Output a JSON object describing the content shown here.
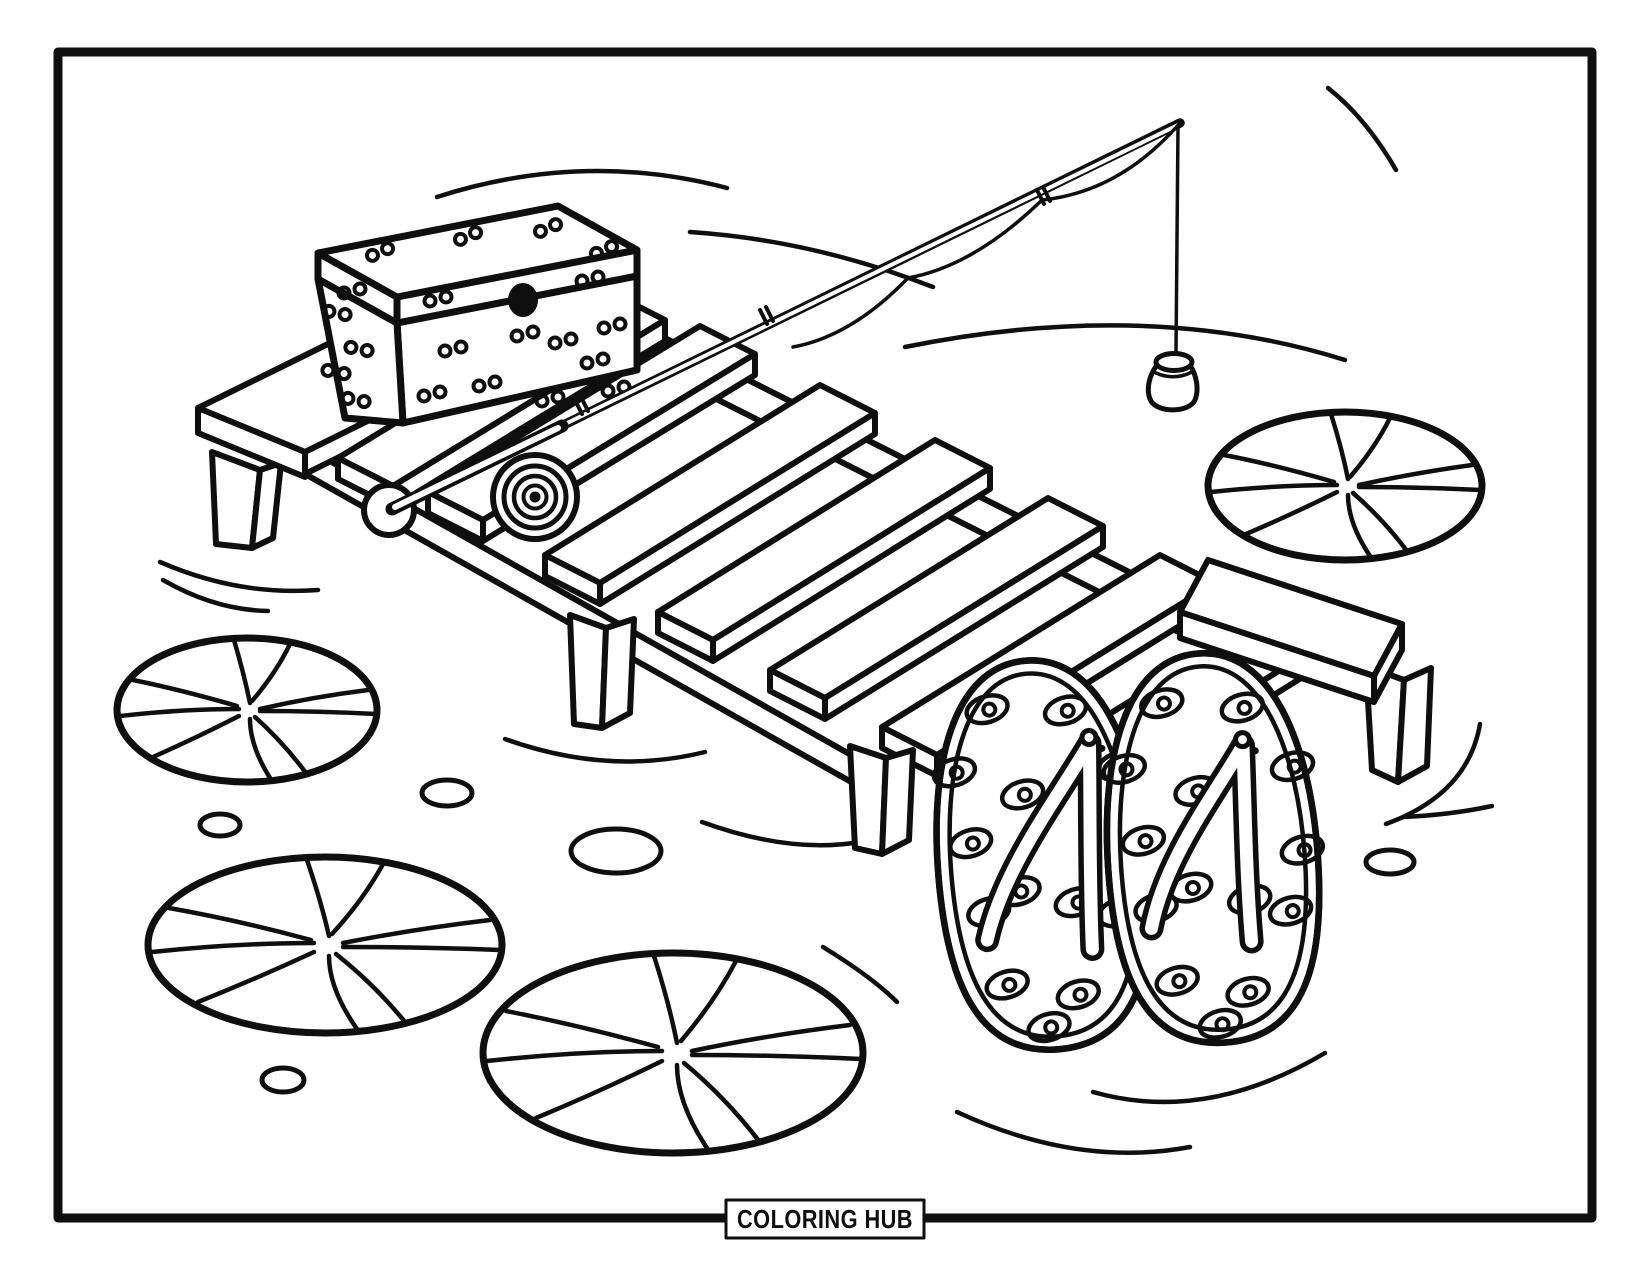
{
  "page": {
    "background_color": "#ffffff",
    "ink_color": "#0f0f0f"
  },
  "footer": {
    "brand_label": "COLORING HUB"
  },
  "illustration": {
    "elements": [
      "water-ripples",
      "lily-pads",
      "wooden-dock",
      "dock-benches",
      "tackle-box",
      "fishing-rod",
      "fishing-reel",
      "fishing-line",
      "bait-pot",
      "flip-flops"
    ]
  }
}
